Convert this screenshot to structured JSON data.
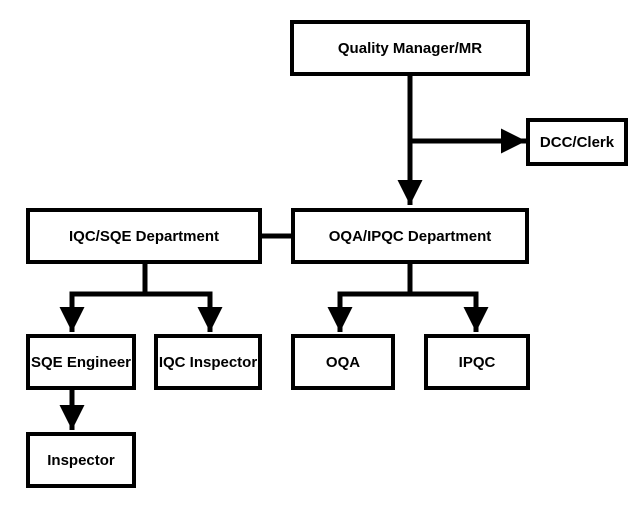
{
  "colors": {
    "line": "#000000",
    "box_fill": "#ffffff",
    "text": "#000000"
  },
  "nodes": {
    "quality_manager": "Quality Manager/MR",
    "dcc_clerk": "DCC/Clerk",
    "iqc_sqe_department": "IQC/SQE Department",
    "oqa_ipqc_department": "OQA/IPQC Department",
    "sqe_engineer": "SQE Engineer",
    "iqc_inspector": "IQC Inspector",
    "oqa": "OQA",
    "ipqc": "IPQC",
    "inspector": "Inspector"
  }
}
